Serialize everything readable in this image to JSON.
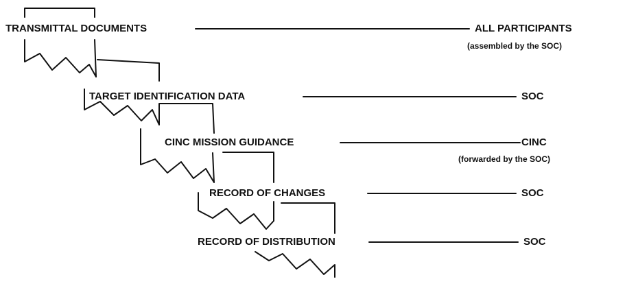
{
  "documents": [
    {
      "title": "TRANSMITTAL DOCUMENTS",
      "recipient": "ALL PARTICIPANTS",
      "note": "(assembled by the SOC)"
    },
    {
      "title": "TARGET IDENTIFICATION DATA",
      "recipient": "SOC",
      "note": ""
    },
    {
      "title": "CINC MISSION GUIDANCE",
      "recipient": "CINC",
      "note": "(forwarded by the SOC)"
    },
    {
      "title": "RECORD OF CHANGES",
      "recipient": "SOC",
      "note": ""
    },
    {
      "title": "RECORD OF DISTRIBUTION",
      "recipient": "SOC",
      "note": ""
    }
  ],
  "colors": {
    "ink": "#111111",
    "background": "#ffffff"
  }
}
